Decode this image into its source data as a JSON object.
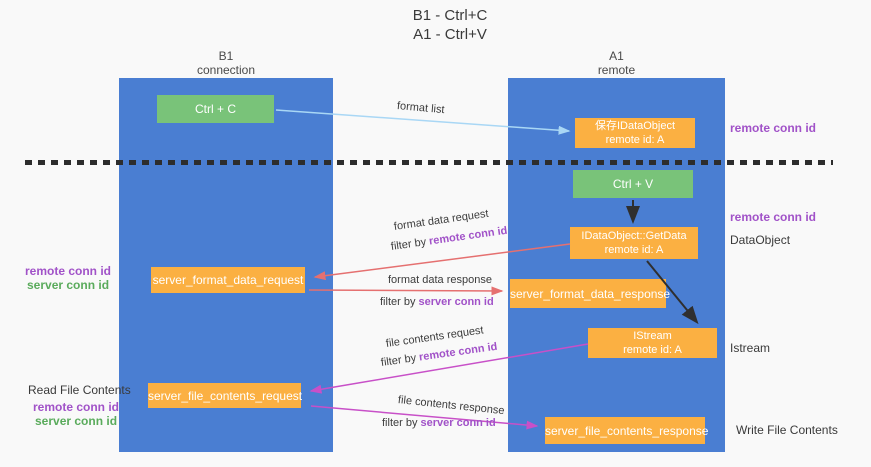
{
  "title": {
    "line1": "B1 - Ctrl+C",
    "line2": "A1 - Ctrl+V"
  },
  "lanes": {
    "left": {
      "name": "B1",
      "role": "connection"
    },
    "right": {
      "name": "A1",
      "role": "remote"
    }
  },
  "boxes": {
    "ctrl_c": {
      "label": "Ctrl + C"
    },
    "ctrl_v": {
      "label": "Ctrl + V"
    },
    "save_idataobject": {
      "line1": "保存IDataObject",
      "line2": "remote id: A"
    },
    "getdata": {
      "line1": "IDataObject::GetData",
      "line2": "remote id: A"
    },
    "istream": {
      "line1": "IStream",
      "line2": "remote id: A"
    },
    "server_format_data_request": {
      "label": "server_format_data_request"
    },
    "server_format_data_response": {
      "label": "server_format_data_response"
    },
    "server_file_contents_request": {
      "label": "server_file_contents_request"
    },
    "server_file_contents_response": {
      "label": "server_file_contents_response"
    }
  },
  "edge_labels": {
    "format_list": "format list",
    "format_data_request": "format data request",
    "format_data_response": "format data response",
    "file_contents_request": "file contents request",
    "file_contents_response": "file contents response",
    "filter_by_prefix": "filter by ",
    "remote_conn_id": "remote conn id",
    "server_conn_id": "server conn id"
  },
  "side_labels": {
    "right_top_remote_conn_id": "remote conn id",
    "right_mid_remote_conn_id": "remote conn id",
    "dataobject": "DataObject",
    "istream": "Istream",
    "write_file_contents": "Write File Contents",
    "read_file_contents": "Read File Contents",
    "left_mid_remote_conn_id": "remote conn id",
    "left_mid_server_conn_id": "server conn id",
    "left_bottom_remote_conn_id": "remote conn id",
    "left_bottom_server_conn_id": "server conn id"
  },
  "colors": {
    "lane_blue": "#4a7ed2",
    "box_green": "#79c379",
    "box_orange": "#fbb042",
    "arrow_red": "#e57070",
    "arrow_magenta": "#c850c8",
    "arrow_light_blue": "#a9d7f5",
    "arrow_black": "#2f2f2f",
    "text_purple": "#a152c8",
    "text_green": "#5aab5c",
    "dashed_separator": "#2d2d2d"
  }
}
